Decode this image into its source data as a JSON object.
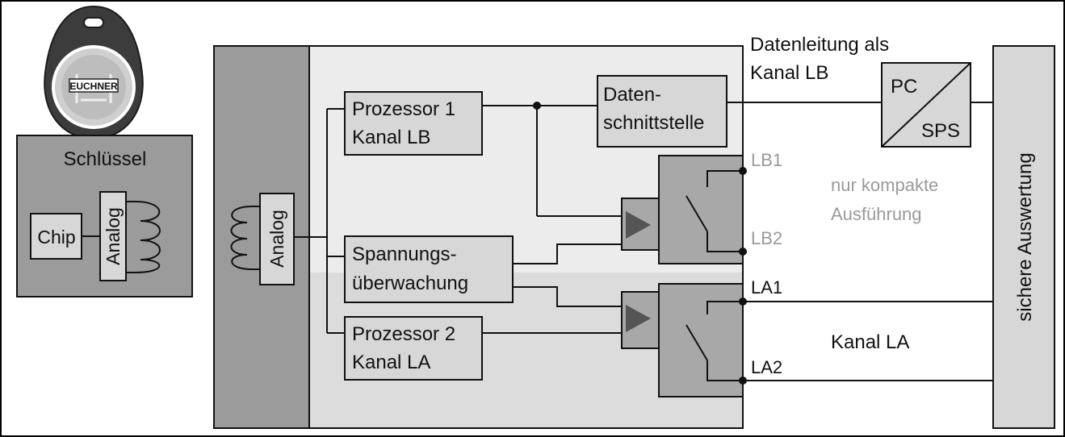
{
  "colors": {
    "dark_panel": "#9b9b9b",
    "light_panel": "#ececec",
    "lower_band": "#dcdcdc",
    "box_fill": "#d7d7d7",
    "switch_fill": "#a8a8a8",
    "line": "#111111",
    "muted_text": "#9a9a9a"
  },
  "key": {
    "brand": "EUCHNER",
    "title": "Schlüssel",
    "chip": "Chip",
    "analog": "Analog",
    "coil_icon": "coil-icon"
  },
  "reader": {
    "analog": "Analog",
    "processor1_line1": "Prozessor 1",
    "processor1_line2": "Kanal LB",
    "processor2_line1": "Prozessor 2",
    "processor2_line2": "Kanal LA",
    "voltage_line1": "Spannungs-",
    "voltage_line2": "überwachung",
    "data_iface_line1": "Daten-",
    "data_iface_line2": "schnittstelle"
  },
  "outputs": {
    "lb1": "LB1",
    "lb2": "LB2",
    "la1": "LA1",
    "la2": "LA2",
    "compact_line1": "nur kompakte",
    "compact_line2": "Ausführung",
    "channel_la": "Kanal LA"
  },
  "dataline": {
    "line1": "Datenleitung als",
    "line2": "Kanal LB"
  },
  "plc": {
    "pc": "PC",
    "sps": "SPS"
  },
  "evaluation": {
    "label": "sichere Auswertung"
  }
}
